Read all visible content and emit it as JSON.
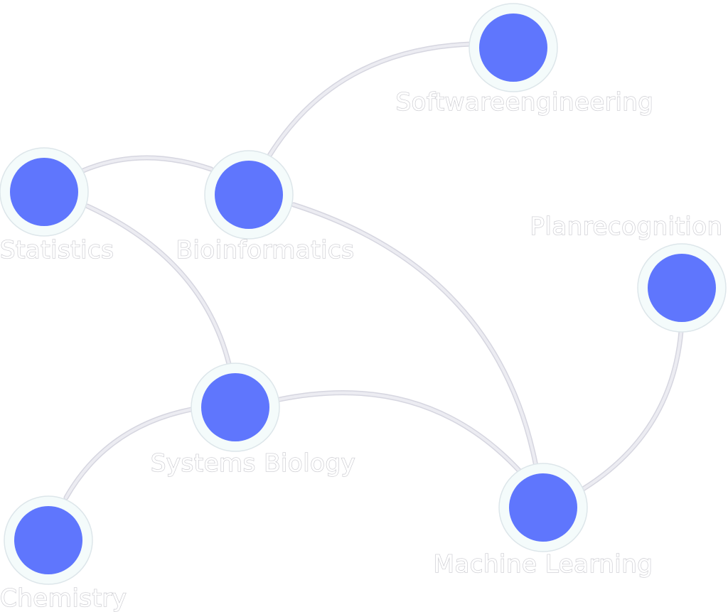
{
  "nodes": [
    {
      "id": "softwareengineering",
      "label": "Softwareengineering",
      "color": "#5f76fd"
    },
    {
      "id": "statistics",
      "label": "Statistics",
      "color": "#5f76fd"
    },
    {
      "id": "bioinformatics",
      "label": "Bioinformatics",
      "color": "#5f76fd"
    },
    {
      "id": "planrecognition",
      "label": "Planrecognition",
      "color": "#5f76fd"
    },
    {
      "id": "systems-biology",
      "label": "Systems Biology",
      "color": "#5f76fd"
    },
    {
      "id": "chemistry",
      "label": "Chemistry",
      "color": "#5f76fd"
    },
    {
      "id": "machine-learning",
      "label": "Machine Learning",
      "color": "#5f76fd"
    }
  ],
  "edges": [
    {
      "from": "bioinformatics",
      "to": "softwareengineering"
    },
    {
      "from": "statistics",
      "to": "bioinformatics"
    },
    {
      "from": "statistics",
      "to": "systems-biology"
    },
    {
      "from": "bioinformatics",
      "to": "machine-learning"
    },
    {
      "from": "systems-biology",
      "to": "machine-learning"
    },
    {
      "from": "systems-biology",
      "to": "chemistry"
    },
    {
      "from": "machine-learning",
      "to": "planrecognition"
    }
  ],
  "colors": {
    "node_fill": "#5f76fd",
    "node_halo": "#f4fbfb",
    "edge": "#e6e6ee",
    "label_outline": "#c9c9cf"
  }
}
